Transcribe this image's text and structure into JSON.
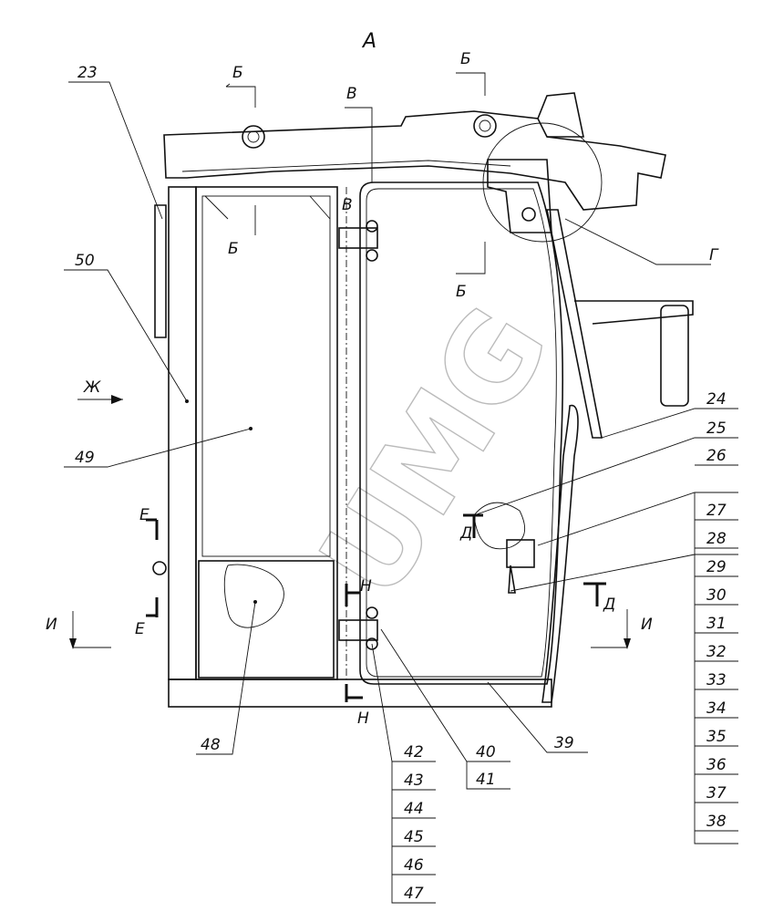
{
  "view_label": "А",
  "watermark": "UMG",
  "section_labels": {
    "b": "Б",
    "v": "В",
    "g": "Г",
    "zh": "Ж",
    "e": "Е",
    "i": "И",
    "d": "Д",
    "n": "Н"
  },
  "callouts": {
    "c23": "23",
    "c50": "50",
    "c49": "49",
    "c48": "48",
    "c24": "24",
    "c25": "25",
    "c26": "26",
    "right_column": [
      "27",
      "28",
      "29",
      "30",
      "31",
      "32",
      "33",
      "34",
      "35",
      "36",
      "37",
      "38"
    ],
    "c39": "39",
    "c40": "40",
    "c41": "41",
    "bottom_column": [
      "42",
      "43",
      "44",
      "45",
      "46",
      "47"
    ]
  }
}
